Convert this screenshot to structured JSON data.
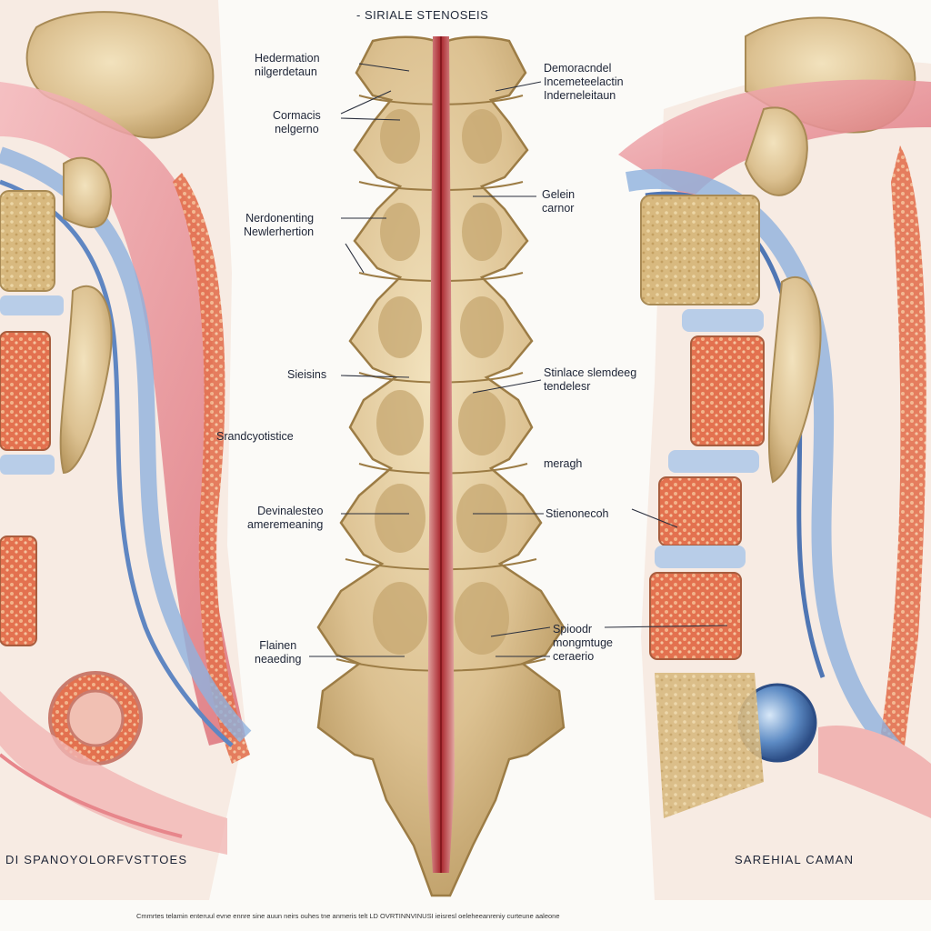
{
  "title": "- SIRIALE STENOSEIS",
  "labels_left": [
    {
      "id": "hedermation",
      "lines": [
        "Hedermation",
        "nilgerdetaun"
      ]
    },
    {
      "id": "cormacis",
      "lines": [
        "Cormacis",
        "nelgerno"
      ]
    },
    {
      "id": "nerdonenting",
      "lines": [
        "Nerdonenting",
        "Newlerhertion"
      ]
    },
    {
      "id": "sieisins",
      "lines": [
        "Sieisins"
      ]
    },
    {
      "id": "srandcyoti",
      "lines": [
        "Srandcyotistice"
      ]
    },
    {
      "id": "devinalesteo",
      "lines": [
        "Devinalesteo",
        "ameremeaning"
      ]
    },
    {
      "id": "flainen",
      "lines": [
        "Flainen",
        "neaeding"
      ]
    }
  ],
  "labels_right": [
    {
      "id": "demoracndel",
      "lines": [
        "Demoracndel",
        "Incemeteelactin",
        "Inderneleitaun"
      ]
    },
    {
      "id": "gelein",
      "lines": [
        "Gelein",
        "carnor"
      ]
    },
    {
      "id": "stinlace",
      "lines": [
        "Stinlace slemdeeg",
        "tendelesr"
      ]
    },
    {
      "id": "meragh",
      "lines": [
        "meragh"
      ]
    },
    {
      "id": "stienonecoh",
      "lines": [
        "Stienonecoh"
      ]
    },
    {
      "id": "spioodr",
      "lines": [
        "Spioodr",
        "mongmtuge",
        "ceraerio"
      ]
    }
  ],
  "captions": {
    "left": "DI SPANOYOLORFVSTTOES",
    "right": "SAREHIAL CAMAN"
  },
  "footnote": "Cmmrtes telamin enteruul evne ennre sine auun neirs ouhes tne anmeris telt LD OVRTINNVINUSI ieisresl oeleheeanreniy curteune aaleone",
  "colors": {
    "bone": "#dcc191",
    "bone_dark": "#b99a62",
    "cord": "#b8343a",
    "muscle": "#e6828a",
    "disc": "#a9c4e4",
    "marrow": "#d9543e"
  }
}
